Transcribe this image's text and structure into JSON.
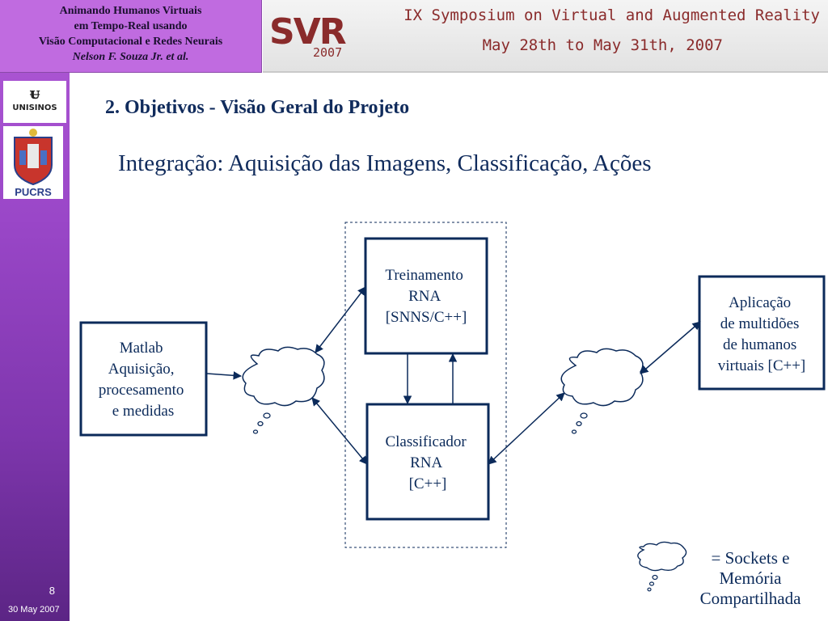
{
  "header": {
    "title_lines": [
      "Animando Humanos Virtuais",
      "em Tempo-Real usando",
      "Visão Computacional e Redes Neurais"
    ],
    "author": "Nelson F. Souza Jr. et al."
  },
  "banner": {
    "logo_text": "SVR",
    "logo_year": "2007",
    "line1": "IX Symposium on Virtual and Augmented Reality",
    "line2": "May 28th to May 31th, 2007"
  },
  "logos": {
    "unisinos_text": "UNISINOS",
    "pucrs_text": "PUCRS"
  },
  "slide": {
    "heading": "2. Objetivos - Visão Geral do Projeto",
    "subheading": "Integração: Aquisição das Imagens, Classificação, Ações",
    "number": "8",
    "date": "30 May 2007"
  },
  "diagram": {
    "matlab": [
      "Matlab",
      "Aquisição,",
      "procesamento",
      "e medidas"
    ],
    "treinamento": [
      "Treinamento",
      "RNA",
      "[SNNS/C++]"
    ],
    "classificador": [
      "Classificador",
      "RNA",
      "[C++]"
    ],
    "aplicacao": [
      "Aplicação",
      "de multidões",
      "de humanos",
      "virtuais  [C++]"
    ]
  },
  "legend": {
    "lines": [
      "= Sockets e",
      "Memória",
      "Compartilhada"
    ]
  },
  "colors": {
    "sidebar": "#9a47c8",
    "title_box": "#c06be0",
    "text": "#0b2a5a",
    "banner_text": "#8a2b2b"
  }
}
